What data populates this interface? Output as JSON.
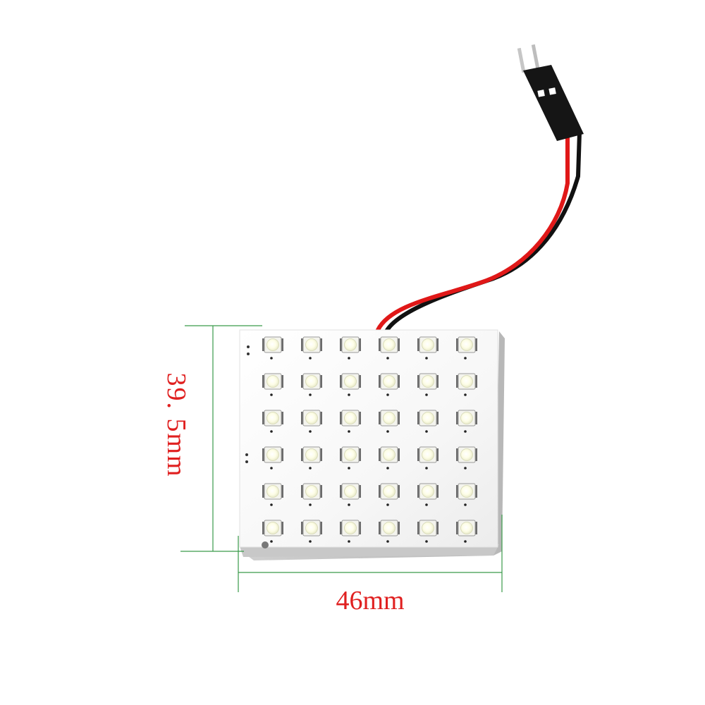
{
  "image": {
    "background": "#ffffff",
    "subject": "led-panel",
    "led_grid": {
      "rows": 6,
      "columns": 6
    },
    "wire_colors": {
      "positive": "#e01818",
      "negative": "#111111"
    },
    "connector_color": "#111111",
    "pin_color": "#c0c0c0"
  },
  "dimensions": {
    "height_label": "39. 5mm",
    "width_label": "46mm",
    "label_color": "#e02020",
    "line_color": "#3a9a4a"
  }
}
